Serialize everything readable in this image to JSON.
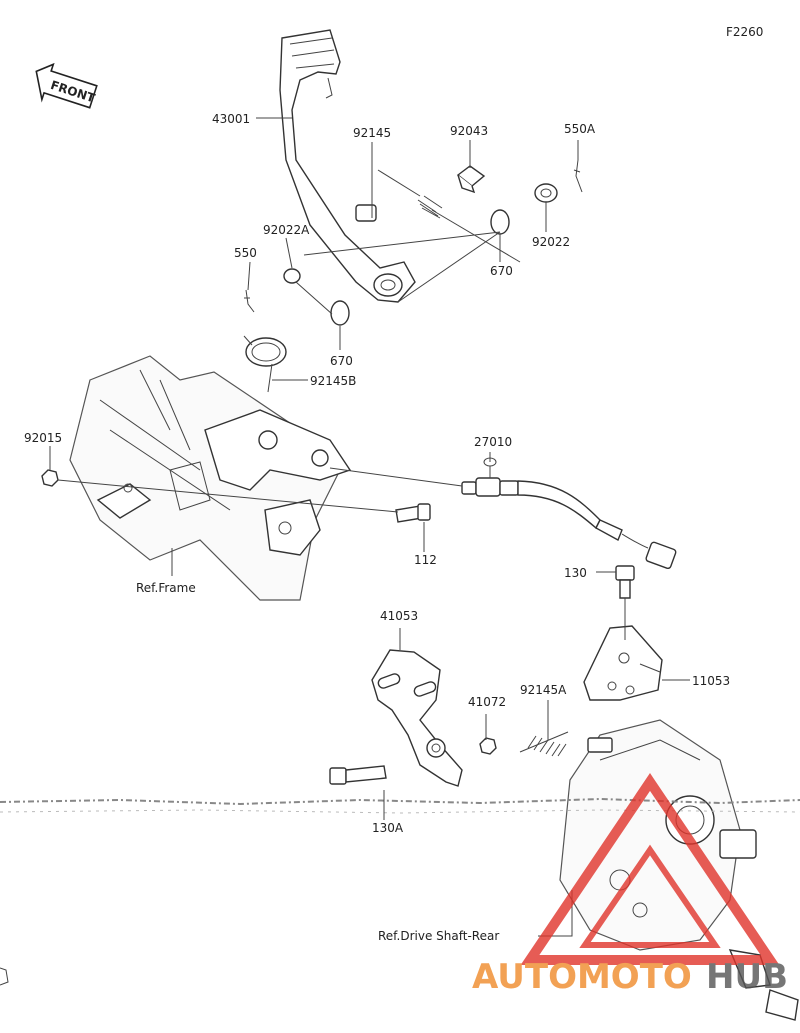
{
  "figure_code": "F2260",
  "front_label": "FRONT",
  "parts": {
    "p43001": "43001",
    "p92145": "92145",
    "p92043": "92043",
    "p550A": "550A",
    "p92022A": "92022A",
    "p92022": "92022",
    "p550": "550",
    "p670a": "670",
    "p670b": "670",
    "p92145B": "92145B",
    "p92015": "92015",
    "p27010": "27010",
    "p112": "112",
    "p130": "130",
    "p41053": "41053",
    "p41072": "41072",
    "p92145A": "92145A",
    "p11053": "11053",
    "p130A": "130A"
  },
  "refs": {
    "frame": "Ref.Frame",
    "drive_shaft": "Ref.Drive Shaft-Rear"
  },
  "watermark": {
    "text_left": "AUTOMOTO",
    "text_right": "HUB",
    "color_primary": "#f08a2a",
    "color_secondary": "#555555",
    "triangle_color": "#e0342b"
  }
}
